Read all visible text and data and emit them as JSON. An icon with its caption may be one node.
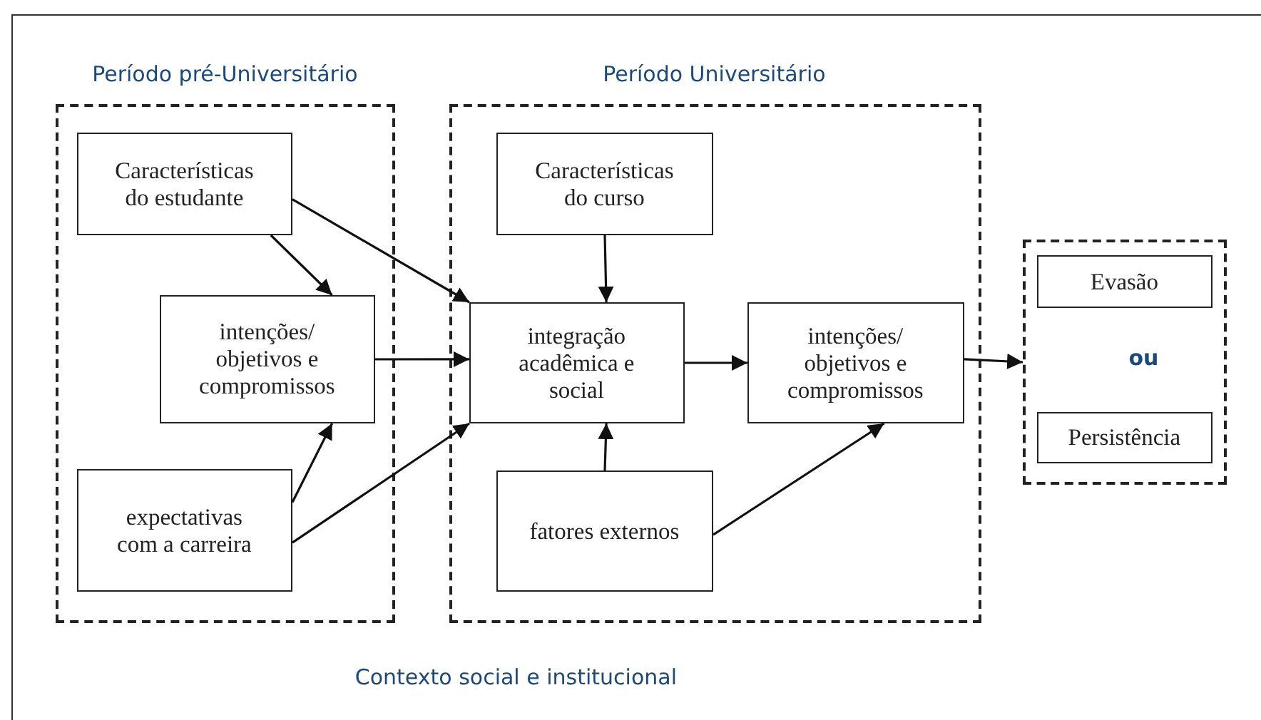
{
  "diagram": {
    "nodes": [
      {
        "text": [
          "Contexto social e institucional"
        ]
      },
      {
        "text": [
          "Período pré-Universitário"
        ],
        "in": 0
      },
      {
        "text": [
          "Características do estudante"
        ],
        "in": 1
      },
      {
        "text": [
          "intenções/ objetivos e compromissos"
        ],
        "in": 1
      },
      {
        "text": [
          "expectativas com a carreira"
        ],
        "in": 1
      },
      {
        "text": [
          "Período Universitário"
        ],
        "in": 0
      },
      {
        "text": [
          "Características do curso"
        ],
        "in": 5
      },
      {
        "text": [
          "integração acadêmica e social"
        ],
        "in": 5
      },
      {
        "text": [
          "intenções/ objetivos e compromissos"
        ],
        "in": 5
      },
      {
        "text": [
          "fatores externos"
        ],
        "in": 5
      },
      {
        "text": [
          "ou"
        ],
        "in": 0
      },
      {
        "text": [
          "Evasão"
        ],
        "in": 10
      },
      {
        "text": [
          "Persistência"
        ],
        "in": 10
      }
    ],
    "edges": [
      {
        "from": 2,
        "to": 3,
        "arrow": "to"
      },
      {
        "from": 2,
        "to": 7,
        "arrow": "to"
      },
      {
        "from": 4,
        "to": 3,
        "arrow": "to"
      },
      {
        "from": 4,
        "to": 7,
        "arrow": "to"
      },
      {
        "from": 3,
        "to": 7,
        "arrow": "to"
      },
      {
        "from": 6,
        "to": 7,
        "arrow": "to"
      },
      {
        "from": 9,
        "to": 7,
        "arrow": "to"
      },
      {
        "from": 7,
        "to": 8,
        "arrow": "to"
      },
      {
        "from": 9,
        "to": 8,
        "arrow": "to"
      },
      {
        "from": 8,
        "to": 10,
        "arrow": "to"
      }
    ]
  }
}
